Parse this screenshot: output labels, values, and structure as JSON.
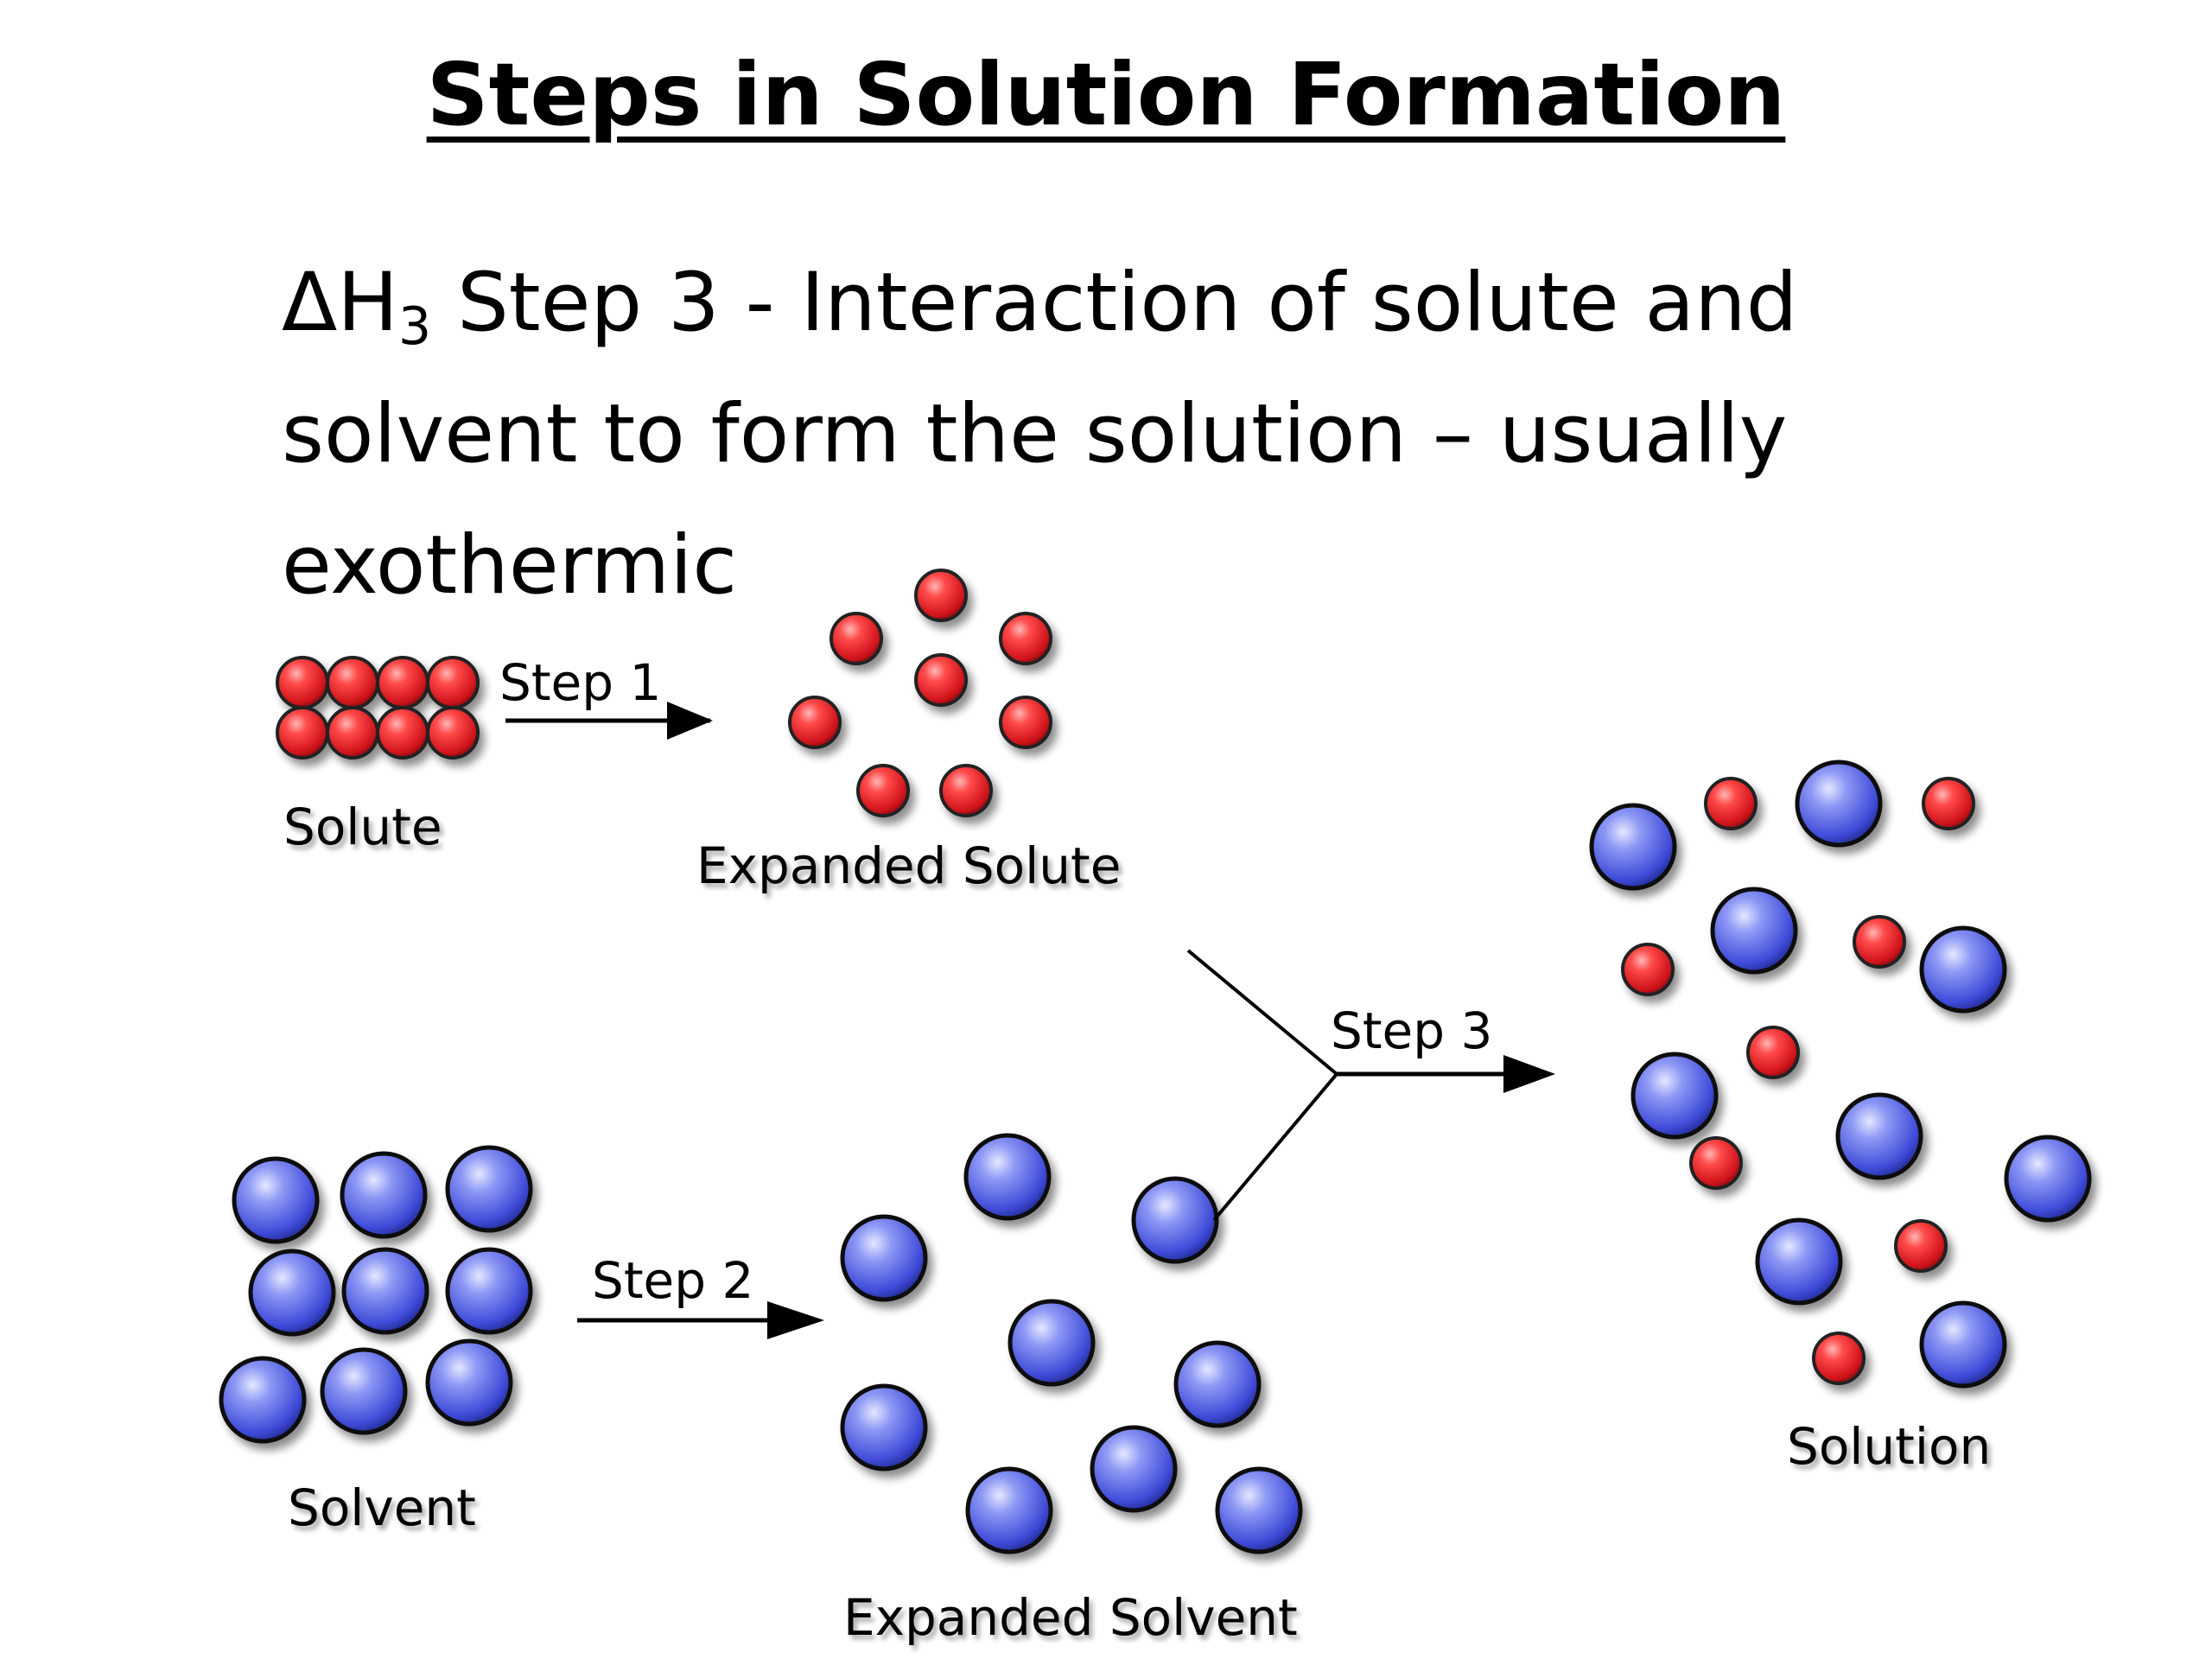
{
  "title": "Steps in Solution Formation",
  "body": {
    "delta_h": "ΔH",
    "subscript": "3",
    "step_label": " Step 3",
    "description": " - Interaction of solute and solvent to form the solution – usually exothermic"
  },
  "labels": {
    "solute": "Solute",
    "expanded_solute": "Expanded Solute",
    "solvent": "Solvent",
    "expanded_solvent": "Expanded Solvent",
    "solution": "Solution"
  },
  "steps": {
    "step1": "Step 1",
    "step2": "Step 2",
    "step3": "Step 3"
  },
  "colors": {
    "solute_particle": "#e8252b",
    "solvent_particle": "#4a57e0",
    "text": "#000000"
  }
}
